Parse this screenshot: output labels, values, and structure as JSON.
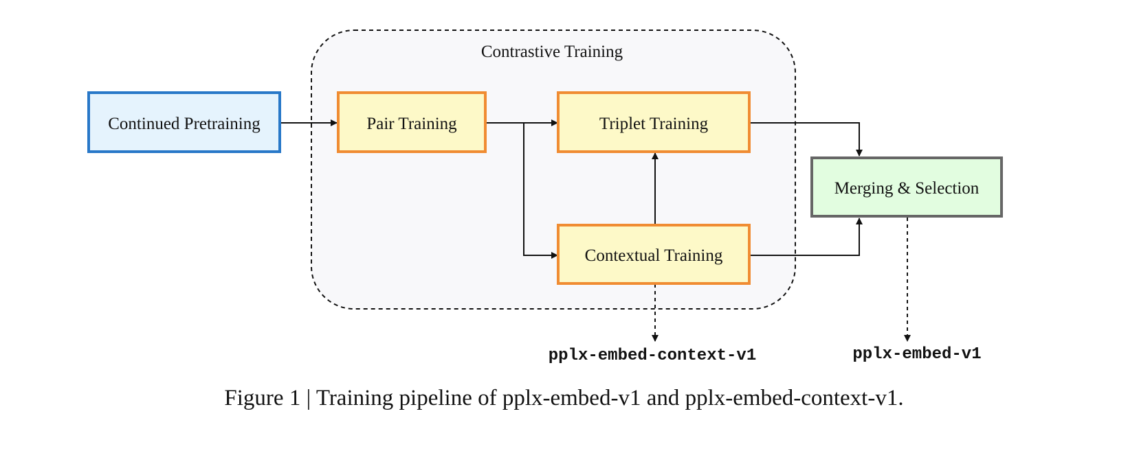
{
  "group": {
    "label": "Contrastive Training"
  },
  "nodes": {
    "continued_pretraining": {
      "label": "Continued Pretraining",
      "fill": "#e5f3fd",
      "stroke": "#2878c8"
    },
    "pair_training": {
      "label": "Pair Training",
      "fill": "#fdf9c8",
      "stroke": "#f08c32"
    },
    "triplet_training": {
      "label": "Triplet Training",
      "fill": "#fdf9c8",
      "stroke": "#f08c32"
    },
    "contextual_training": {
      "label": "Contextual Training",
      "fill": "#fdf9c8",
      "stroke": "#f08c32"
    },
    "merging_selection": {
      "label": "Merging & Selection",
      "fill": "#e2fde0",
      "stroke": "#666666"
    }
  },
  "outputs": {
    "context_model": {
      "label": "pplx-embed-context-v1"
    },
    "embed_model": {
      "label": "pplx-embed-v1"
    }
  },
  "edges": [
    {
      "from": "Continued Pretraining",
      "to": "Pair Training",
      "style": "solid"
    },
    {
      "from": "Pair Training",
      "to": "Triplet Training",
      "style": "solid"
    },
    {
      "from": "Pair Training",
      "to": "Contextual Training",
      "style": "solid"
    },
    {
      "from": "Contextual Training",
      "to": "Triplet Training",
      "style": "solid"
    },
    {
      "from": "Triplet Training",
      "to": "Merging & Selection",
      "style": "solid"
    },
    {
      "from": "Contextual Training",
      "to": "Merging & Selection",
      "style": "solid"
    },
    {
      "from": "Contextual Training",
      "to": "pplx-embed-context-v1",
      "style": "dashed"
    },
    {
      "from": "Merging & Selection",
      "to": "pplx-embed-v1",
      "style": "dashed"
    }
  ],
  "caption": "Figure 1 | Training pipeline of pplx-embed-v1 and pplx-embed-context-v1."
}
